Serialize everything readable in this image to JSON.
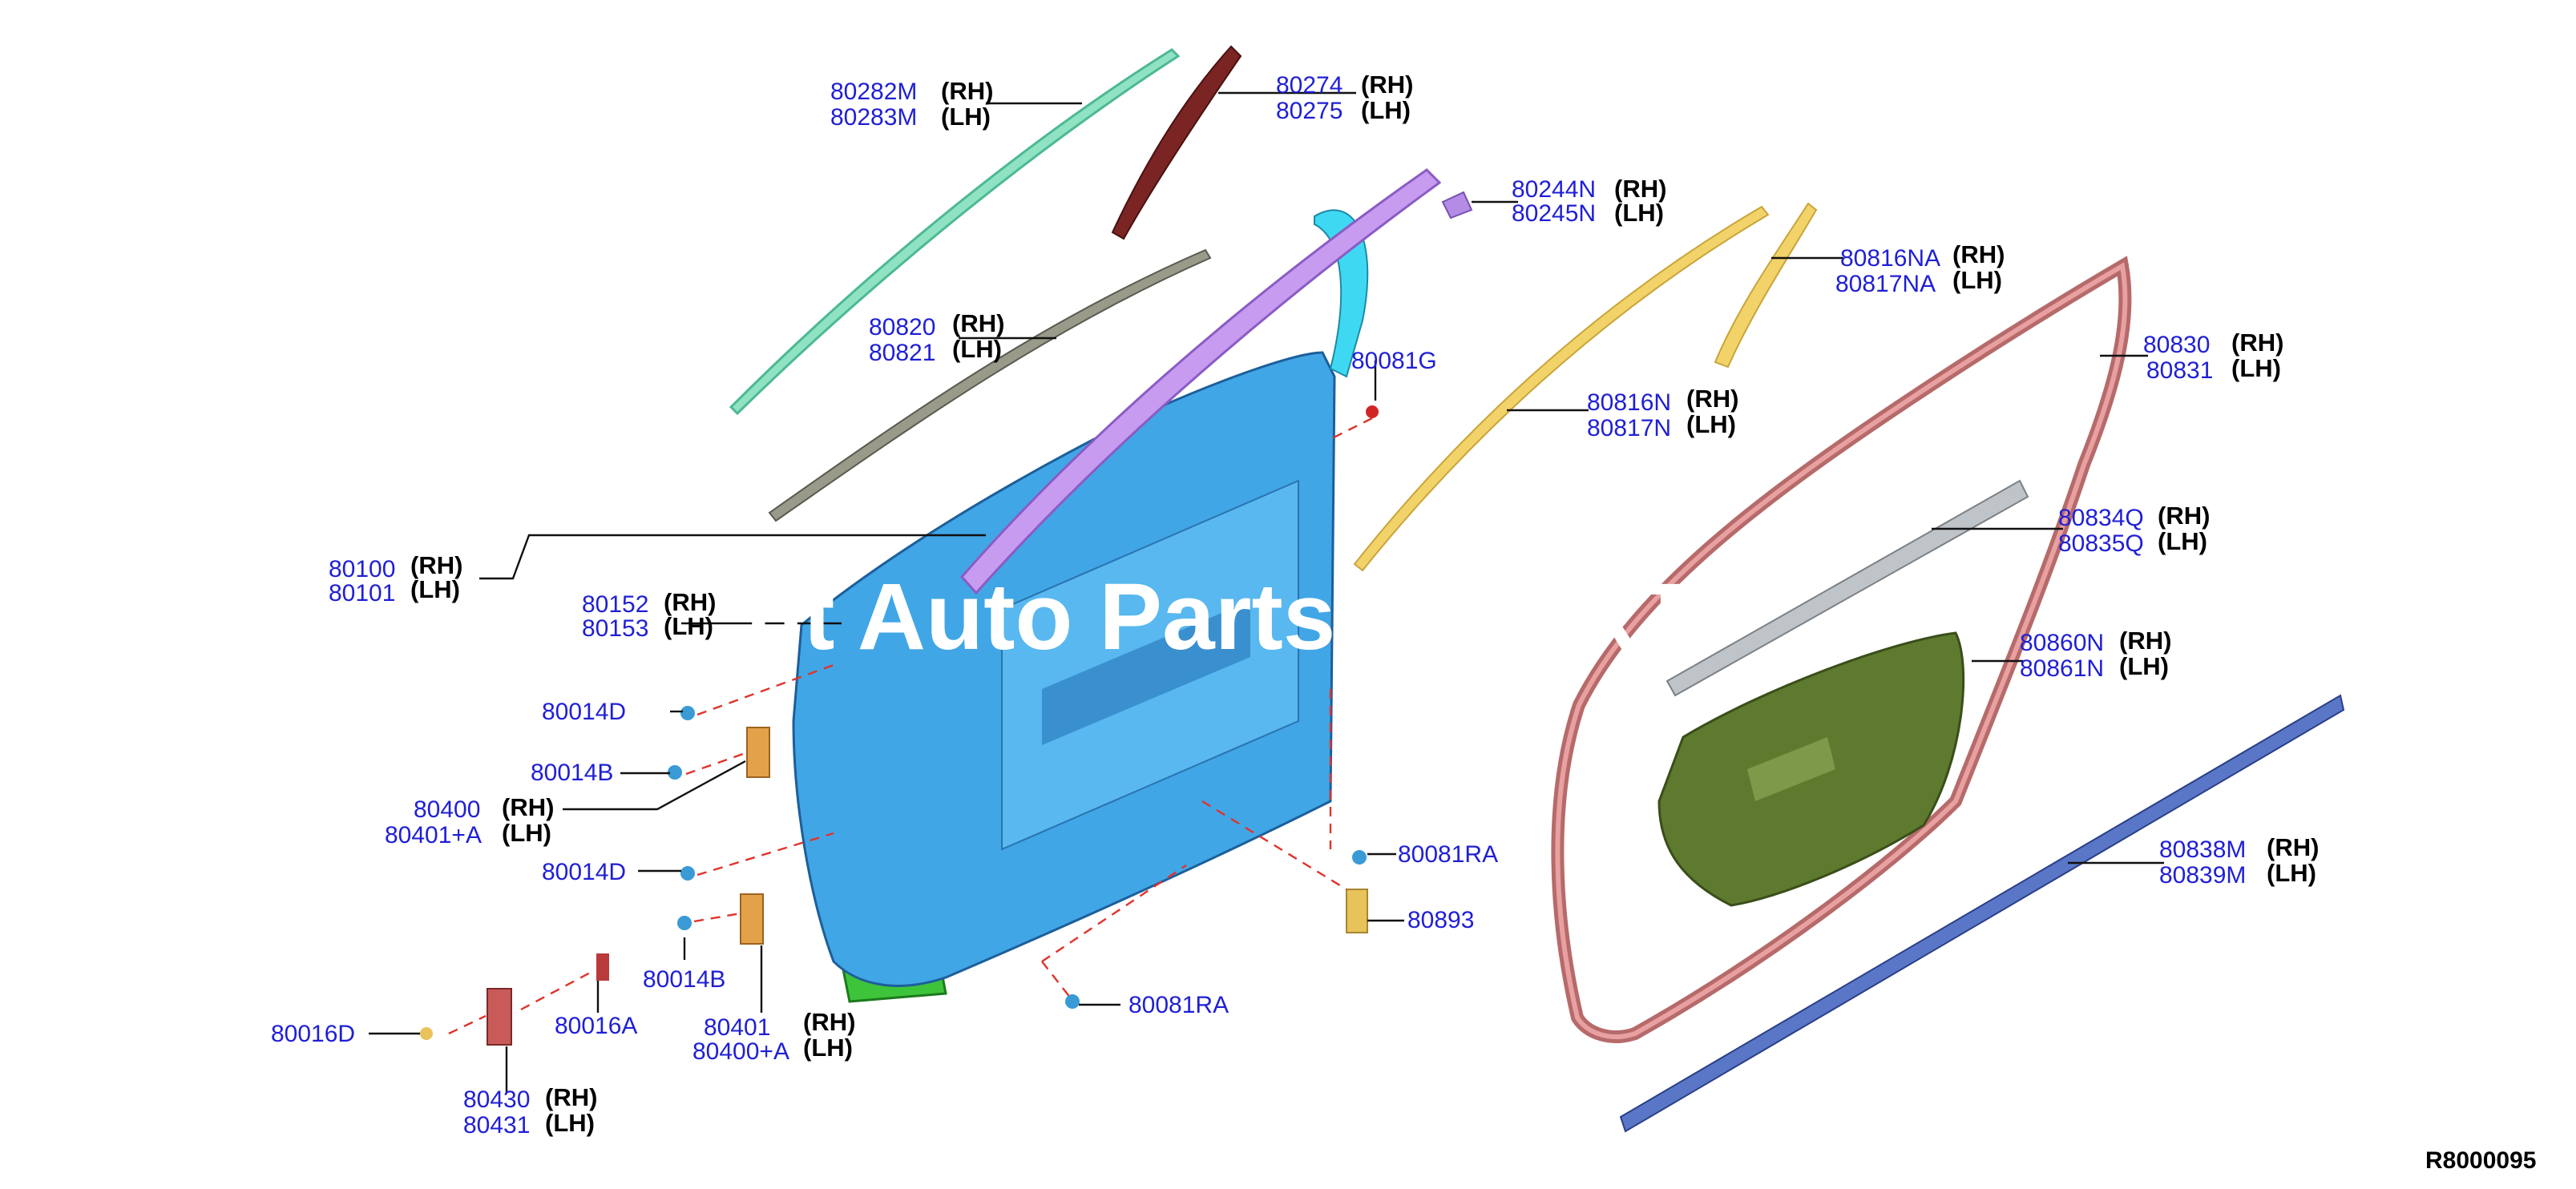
{
  "watermark": "nt Auto Parts   g PART",
  "diagram_code": "R8000095",
  "side_labels": {
    "rh": "(RH)",
    "lh": "(LH)"
  },
  "callouts": {
    "c1": {
      "rh": "80282M",
      "lh": "80283M"
    },
    "c2": {
      "rh": "80274",
      "lh": "80275"
    },
    "c3": {
      "rh": "80244N",
      "lh": "80245N"
    },
    "c4": {
      "rh": "80816NA",
      "lh": "80817NA"
    },
    "c5": {
      "rh": "80820",
      "lh": "80821"
    },
    "c6": {
      "pn": "80081G"
    },
    "c7": {
      "rh": "80830",
      "lh": "80831"
    },
    "c8": {
      "rh": "80816N",
      "lh": "80817N"
    },
    "c9": {
      "rh": "80834Q",
      "lh": "80835Q"
    },
    "c10": {
      "rh": "80100",
      "lh": "80101"
    },
    "c11": {
      "rh": "80152",
      "lh": "80153"
    },
    "c12": {
      "rh": "80860N",
      "lh": "80861N"
    },
    "c13": {
      "pn": "80014D"
    },
    "c14": {
      "pn": "80014B"
    },
    "c15": {
      "rh": "80400",
      "lh": "80401+A"
    },
    "c16": {
      "pn": "80081RA"
    },
    "c17": {
      "rh": "80838M",
      "lh": "80839M"
    },
    "c18": {
      "pn": "80014D"
    },
    "c19": {
      "pn": "80893"
    },
    "c20": {
      "pn": "80014B"
    },
    "c21": {
      "pn": "80016D"
    },
    "c22": {
      "pn": "80016A"
    },
    "c23": {
      "rh": "80401",
      "lh": "80400+A"
    },
    "c24": {
      "pn": "80081RA"
    },
    "c25": {
      "rh": "80430",
      "lh": "80431"
    }
  }
}
